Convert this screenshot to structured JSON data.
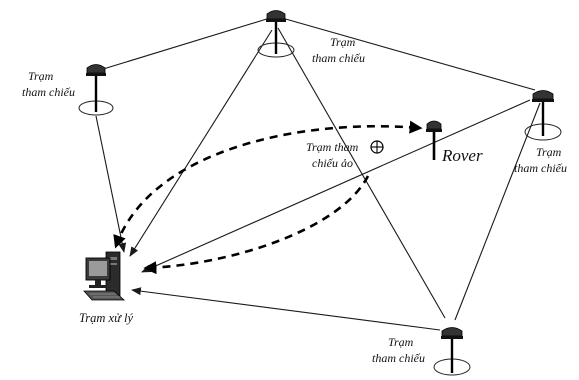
{
  "labels": {
    "ref_station": "Trạm tham chiếu",
    "ref_line1": "Trạm",
    "ref_line2": "tham chiếu",
    "virtual_line1": "Trạm tham",
    "virtual_line2": "chiếu ảo",
    "rover": "Rover",
    "processing": "Trạm xử lý"
  },
  "colors": {
    "ink": "#111111",
    "background": "#ffffff"
  },
  "icons": {
    "reference_station": "gnss-antenna-icon",
    "rover": "rover-antenna-icon",
    "processing_center": "computer-workstation-icon",
    "virtual_station": "circled-plus-icon"
  }
}
